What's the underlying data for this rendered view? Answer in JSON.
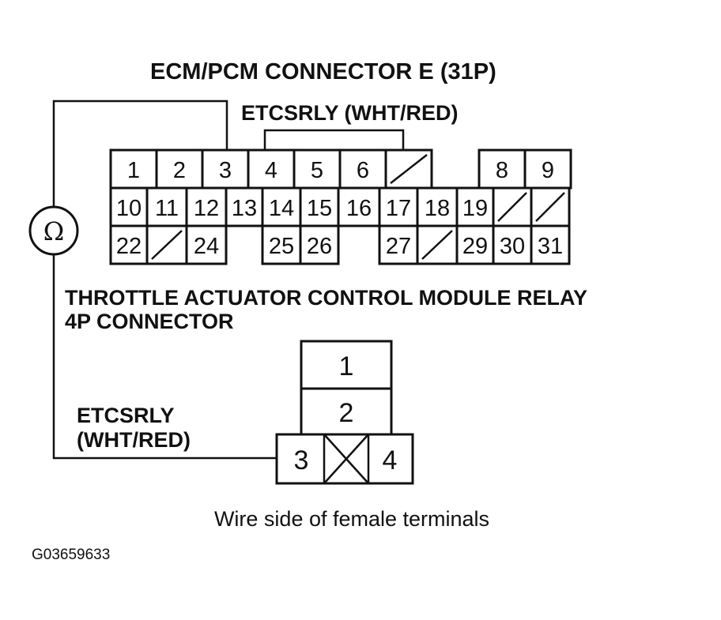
{
  "ecm_connector": {
    "title": "ECM/PCM CONNECTOR E (31P)",
    "wire_label": "ETCSRLY (WHT/RED)",
    "row1": [
      "1",
      "2",
      "3",
      "4",
      "5",
      "6",
      "",
      "8",
      "9"
    ],
    "row2": [
      "10",
      "11",
      "12",
      "13",
      "14",
      "15",
      "16",
      "17",
      "18",
      "19",
      "",
      ""
    ],
    "row3": [
      "22",
      "",
      "24",
      "25",
      "26",
      "27",
      "",
      "29",
      "30",
      "31"
    ]
  },
  "ohmmeter": {
    "symbol": "Ω",
    "icon": "ohmmeter-icon"
  },
  "relay_connector": {
    "title_line1": "THROTTLE ACTUATOR CONTROL MODULE RELAY",
    "title_line2": "4P CONNECTOR",
    "wire_label_line1": "ETCSRLY",
    "wire_label_line2": "(WHT/RED)",
    "terminals": [
      "1",
      "2",
      "3",
      "4"
    ]
  },
  "caption": "Wire side of female terminals",
  "figure_code": "G03659633"
}
